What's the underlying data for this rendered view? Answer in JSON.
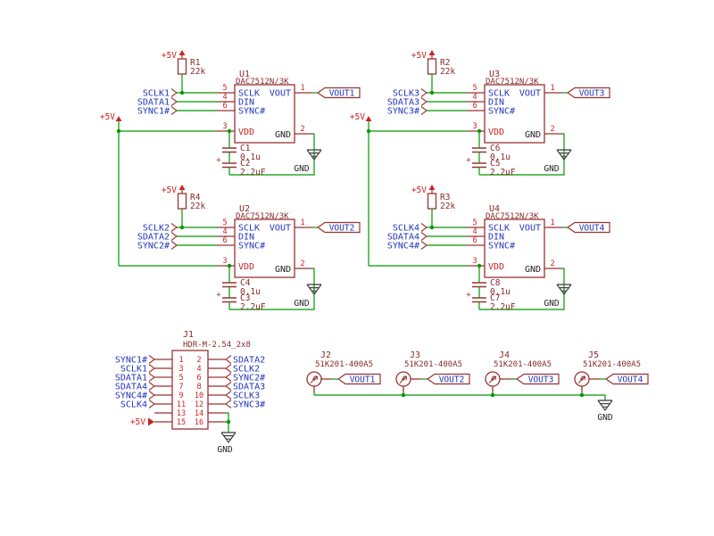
{
  "colors": {
    "background": "#ffffff",
    "symbol": "#993333",
    "ref_text": "#8a2a2a",
    "red": "#cc2222",
    "wire": "#009900",
    "net_label": "#2233bb",
    "pin_name_signal": "#2233bb",
    "pin_name_power": "#cc2222",
    "pin_name_gnd": "#222222",
    "gnd_symbol": "#404040",
    "gnd_text": "#222222"
  },
  "ic_pins": {
    "inputs": [
      {
        "number": "5",
        "name": "SCLK"
      },
      {
        "number": "4",
        "name": "DIN"
      },
      {
        "number": "6",
        "name": "SYNC#"
      }
    ],
    "vdd": {
      "number": "3",
      "name": "VDD"
    },
    "vout": {
      "number": "1",
      "name": "VOUT"
    },
    "gnd": {
      "number": "2",
      "name": "GND"
    }
  },
  "dac_units": [
    {
      "ref": "U1",
      "value": "DAC7512N/3K",
      "input_nets": [
        "SCLK1",
        "SDATA1",
        "SYNC1#"
      ],
      "output_net": "VOUT1",
      "pullup": {
        "ref": "R1",
        "value": "22k",
        "supply": "+5V"
      },
      "caps": [
        {
          "ref": "C1",
          "value": "0.1u",
          "polarized": false
        },
        {
          "ref": "C2",
          "value": "2.2uF",
          "polarized": true
        }
      ],
      "gnd_label": "GND"
    },
    {
      "ref": "U2",
      "value": "DAC7512N/3K",
      "input_nets": [
        "SCLK2",
        "SDATA2",
        "SYNC2#"
      ],
      "output_net": "VOUT2",
      "pullup": {
        "ref": "R4",
        "value": "22k",
        "supply": "+5V"
      },
      "caps": [
        {
          "ref": "C4",
          "value": "0.1u",
          "polarized": false
        },
        {
          "ref": "C3",
          "value": "2.2uF",
          "polarized": true
        }
      ],
      "gnd_label": "GND"
    },
    {
      "ref": "U3",
      "value": "DAC7512N/3K",
      "input_nets": [
        "SCLK3",
        "SDATA3",
        "SYNC3#"
      ],
      "output_net": "VOUT3",
      "pullup": {
        "ref": "R2",
        "value": "22k",
        "supply": "+5V"
      },
      "caps": [
        {
          "ref": "C6",
          "value": "0.1u",
          "polarized": false
        },
        {
          "ref": "C5",
          "value": "2.2uF",
          "polarized": true
        }
      ],
      "gnd_label": "GND"
    },
    {
      "ref": "U4",
      "value": "DAC7512N/3K",
      "input_nets": [
        "SCLK4",
        "SDATA4",
        "SYNC4#"
      ],
      "output_net": "VOUT4",
      "pullup": {
        "ref": "R3",
        "value": "22k",
        "supply": "+5V"
      },
      "caps": [
        {
          "ref": "C8",
          "value": "0.1u",
          "polarized": false
        },
        {
          "ref": "C7",
          "value": "2.2uF",
          "polarized": true
        }
      ],
      "gnd_label": "GND"
    }
  ],
  "supply_rails": [
    {
      "label": "+5V"
    },
    {
      "label": "+5V"
    }
  ],
  "header": {
    "ref": "J1",
    "value": "HDR-M-2.54_2x8",
    "supply_label": "+5V",
    "gnd_label": "GND",
    "rows": [
      {
        "left_pin": "1",
        "right_pin": "2",
        "left_net": "SYNC1#",
        "right_net": "SDATA2"
      },
      {
        "left_pin": "3",
        "right_pin": "4",
        "left_net": "SCLK1",
        "right_net": "SCLK2"
      },
      {
        "left_pin": "5",
        "right_pin": "6",
        "left_net": "SDATA1",
        "right_net": "SYNC2#"
      },
      {
        "left_pin": "7",
        "right_pin": "8",
        "left_net": "SDATA4",
        "right_net": "SDATA3"
      },
      {
        "left_pin": "9",
        "right_pin": "10",
        "left_net": "SYNC4#",
        "right_net": "SCLK3"
      },
      {
        "left_pin": "11",
        "right_pin": "12",
        "left_net": "SCLK4",
        "right_net": "SYNC3#"
      },
      {
        "left_pin": "13",
        "right_pin": "14",
        "left_net": "",
        "right_net": ""
      },
      {
        "left_pin": "15",
        "right_pin": "16",
        "left_net": "+5V",
        "right_net": ""
      }
    ]
  },
  "jacks": {
    "items": [
      {
        "ref": "J2",
        "value": "51K201-400A5",
        "net": "VOUT1"
      },
      {
        "ref": "J3",
        "value": "51K201-400A5",
        "net": "VOUT2"
      },
      {
        "ref": "J4",
        "value": "51K201-400A5",
        "net": "VOUT3"
      },
      {
        "ref": "J5",
        "value": "51K201-400A5",
        "net": "VOUT4"
      }
    ],
    "gnd_label": "GND"
  }
}
